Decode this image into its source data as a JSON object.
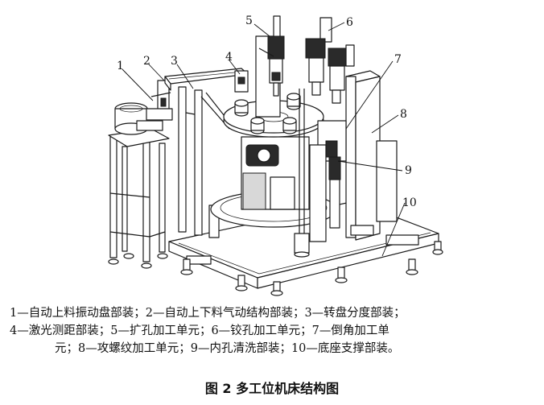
{
  "figure": {
    "callout_labels": [
      "1",
      "2",
      "3",
      "4",
      "5",
      "6",
      "7",
      "8",
      "9",
      "10"
    ]
  },
  "caption": {
    "lines": [
      "1—自动上料振动盘部装；2—自动上下料气动结构部装；3—转盘分度部装；",
      "4—激光测距部装；5—扩孔加工单元；6—铰孔加工单元；7—倒角加工单",
      "元；8—攻螺纹加工单元；9—内孔清洗部装；10—底座支撑部装。"
    ]
  },
  "title": "图 2   多工位机床结构图"
}
